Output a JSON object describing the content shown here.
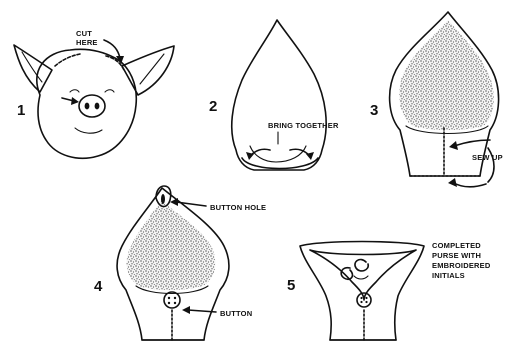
{
  "steps": [
    {
      "number": "1",
      "labels": [
        "CUT",
        "HERE"
      ]
    },
    {
      "number": "2",
      "labels": [
        "BRING TOGETHER"
      ]
    },
    {
      "number": "3",
      "labels": [
        "SEW UP"
      ]
    },
    {
      "number": "4",
      "labels": [
        "BUTTON HOLE",
        "BUTTON"
      ]
    },
    {
      "number": "5",
      "labels": [
        "COMPLETED",
        "PURSE WITH",
        "EMBROIDERED",
        "INITIALS"
      ]
    }
  ]
}
